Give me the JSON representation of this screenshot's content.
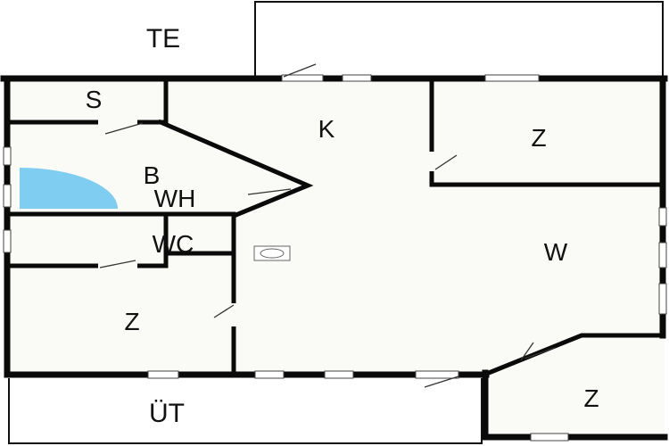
{
  "floorplan": {
    "rooms": {
      "terrace_top": "TE",
      "storage": "S",
      "kitchen": "K",
      "room_top_right": "Z",
      "bath": "B",
      "boiler": "WH",
      "toilet": "WC",
      "living": "W",
      "room_left": "Z",
      "room_bottom_right": "Z",
      "terrace_bottom": "ÜT"
    },
    "colors": {
      "wall": "#0a0a0a",
      "floor": "#fafaf6",
      "shower": "#7fcdf0",
      "window": "#ffffff"
    }
  }
}
